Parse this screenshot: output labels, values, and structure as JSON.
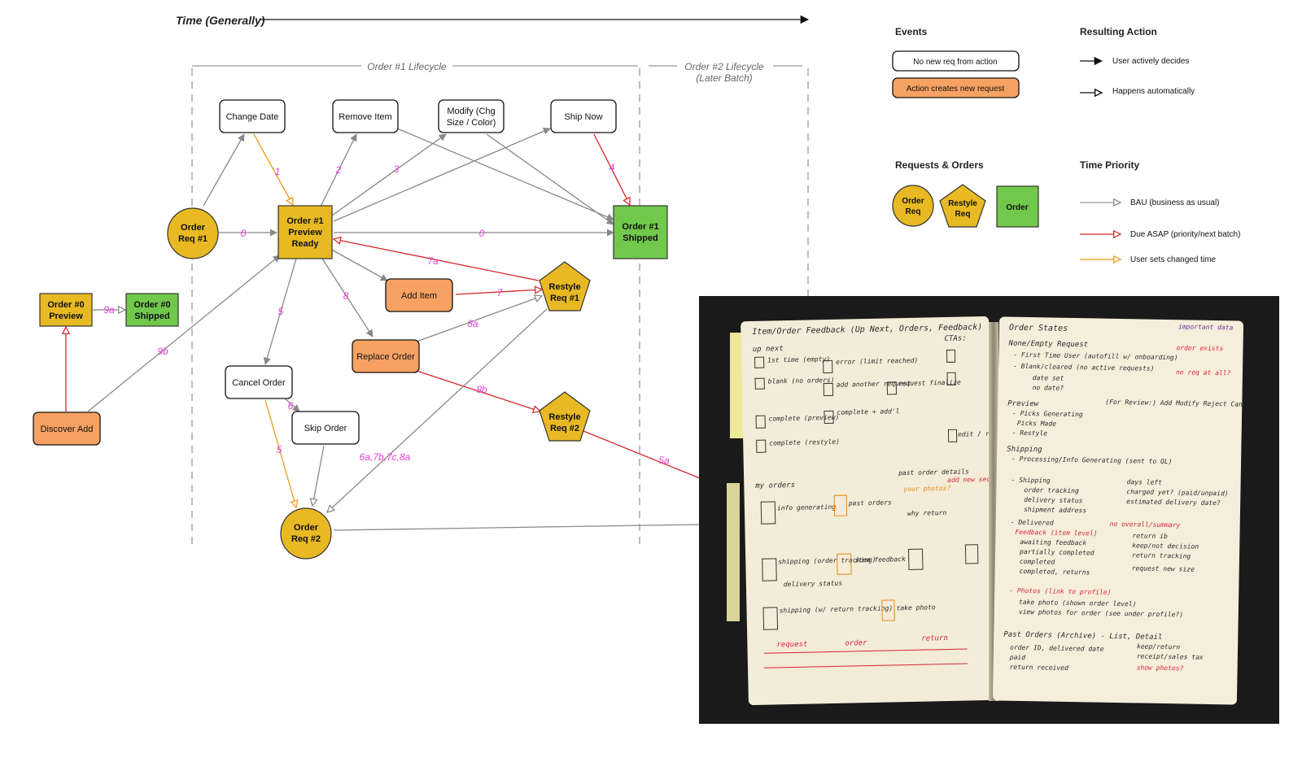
{
  "header": {
    "time_label": "Time (Generally)"
  },
  "lifecycles": {
    "order1": "Order #1 Lifecycle",
    "order2_line1": "Order #2 Lifecycle",
    "order2_line2": "(Later Batch)"
  },
  "nodes": {
    "change_date": "Change Date",
    "remove_item": "Remove Item",
    "modify_line1": "Modify (Chg",
    "modify_line2": "Size / Color)",
    "ship_now": "Ship Now",
    "order_req_1_line1": "Order",
    "order_req_1_line2": "Req #1",
    "order1_preview_line1": "Order #1",
    "order1_preview_line2": "Preview",
    "order1_preview_line3": "Ready",
    "order1_shipped_line1": "Order #1",
    "order1_shipped_line2": "Shipped",
    "add_item": "Add Item",
    "restyle_req_1_line1": "Restyle",
    "restyle_req_1_line2": "Req #1",
    "order0_preview_line1": "Order #0",
    "order0_preview_line2": "Preview",
    "order0_shipped_line1": "Order #0",
    "order0_shipped_line2": "Shipped",
    "replace_order": "Replace Order",
    "cancel_order": "Cancel Order",
    "skip_order": "Skip Order",
    "discover_add": "Discover Add",
    "restyle_req_2_line1": "Restyle",
    "restyle_req_2_line2": "Req #2",
    "order_req_2_line1": "Order",
    "order_req_2_line2": "Req #2"
  },
  "edge_labels": {
    "e1": "1",
    "e2": "2",
    "e3": "3",
    "e4": "4",
    "e0a": "0",
    "e0b": "0",
    "e7a": "7a",
    "e7": "7",
    "e8": "8",
    "e8a": "8a",
    "e5": "5",
    "e9a": "9a",
    "e9b": "9b",
    "e6": "6",
    "e8b": "8b",
    "e5b": "5",
    "e6a": "6a,7b,7c,8a",
    "e5a": "5a"
  },
  "legend": {
    "events_title": "Events",
    "no_new_req": "No new req from action",
    "creates_req": "Action creates new request",
    "resulting_title": "Resulting Action",
    "user_decides": "User actively decides",
    "happens_auto": "Happens automatically",
    "requests_title": "Requests & Orders",
    "order_req_line1": "Order",
    "order_req_line2": "Req",
    "restyle_req_line1": "Restyle",
    "restyle_req_line2": "Req",
    "order": "Order",
    "priority_title": "Time Priority",
    "bau": "BAU (business as usual)",
    "asap": "Due ASAP (priority/next batch)",
    "user_time": "User sets changed time"
  },
  "notebook": {
    "left_title": "Item/Order Feedback (Up Next, Orders, Feedback)",
    "up_next": "up next",
    "ctas": "CTAs:",
    "first_time": "1st time (empty)",
    "blank": "blank (no orders)",
    "complete_preview": "complete (preview)",
    "complete_restyle": "complete (restyle)",
    "error": "error (limit reached)",
    "add_another": "add another request",
    "request_finalize": "request finalize",
    "complete_add": "complete + add'l",
    "edit_remove": "edit / remove",
    "my_orders": "my orders",
    "info_generating": "info generating",
    "past_orders": "past orders",
    "past_order_details": "past order details",
    "your_photos": "your photos?",
    "add_new_section": "add new section",
    "why_return": "why return",
    "item_feedback": "item feedback",
    "take_photo": "take photo",
    "shipping_tracking": "shipping (order tracking)",
    "delivery_status": "delivery status",
    "shipping_return": "shipping (w/ return tracking)",
    "timeline_request": "request",
    "timeline_order": "order",
    "timeline_return": "return",
    "right_title": "Order States",
    "important_data": "important data",
    "none_empty": "None/Empty Request",
    "first_time_user": "- First Time User (autofill w/ onboarding)",
    "blank_cleared": "- Blank/cleared (no active requests)",
    "date_set": "date set",
    "no_date": "no date?",
    "order_exists": "order exists",
    "no_at_all": "no req at all?",
    "preview": "Preview",
    "picks_generating": "- Picks Generating",
    "picks_made": "Picks Made",
    "restyle": "- Restyle",
    "for_review": "(For Review:) Add Modify Reject Cancel",
    "shipping": "Shipping",
    "processing": "- Processing/Info Generating (sent to QL)",
    "shipping2": "- Shipping",
    "order_tracking": "order tracking",
    "delivery_status2": "delivery status",
    "shipment_address": "shipment address",
    "days_left": "days left",
    "charged_yet": "charged yet? (paid/unpaid)",
    "estimated_delivery": "estimated delivery date?",
    "delivered": "- Delivered",
    "feedback": "Feedback (item level)",
    "no_overall": "no overall/summary",
    "awaiting": "awaiting feedback",
    "partially": "partially completed",
    "completed": "completed",
    "completed_returns": "completed, returns",
    "return_ib": "return ib",
    "keep_not": "keep/not decision",
    "return_tracking": "return tracking",
    "request_new_size": "request new size",
    "photos": "- Photos (link to profile)",
    "take_photo2": "take photo (shown order level)",
    "view_photos": "view photos for order (see under profile?)",
    "past_orders2": "Past Orders (Archive) - List, Detail",
    "order_id": "order ID, delivered date",
    "paid": "paid",
    "return_received": "return received",
    "keep_return": "keep/return",
    "receipt": "receipt/sales tax",
    "show_photos": "show photos?"
  }
}
